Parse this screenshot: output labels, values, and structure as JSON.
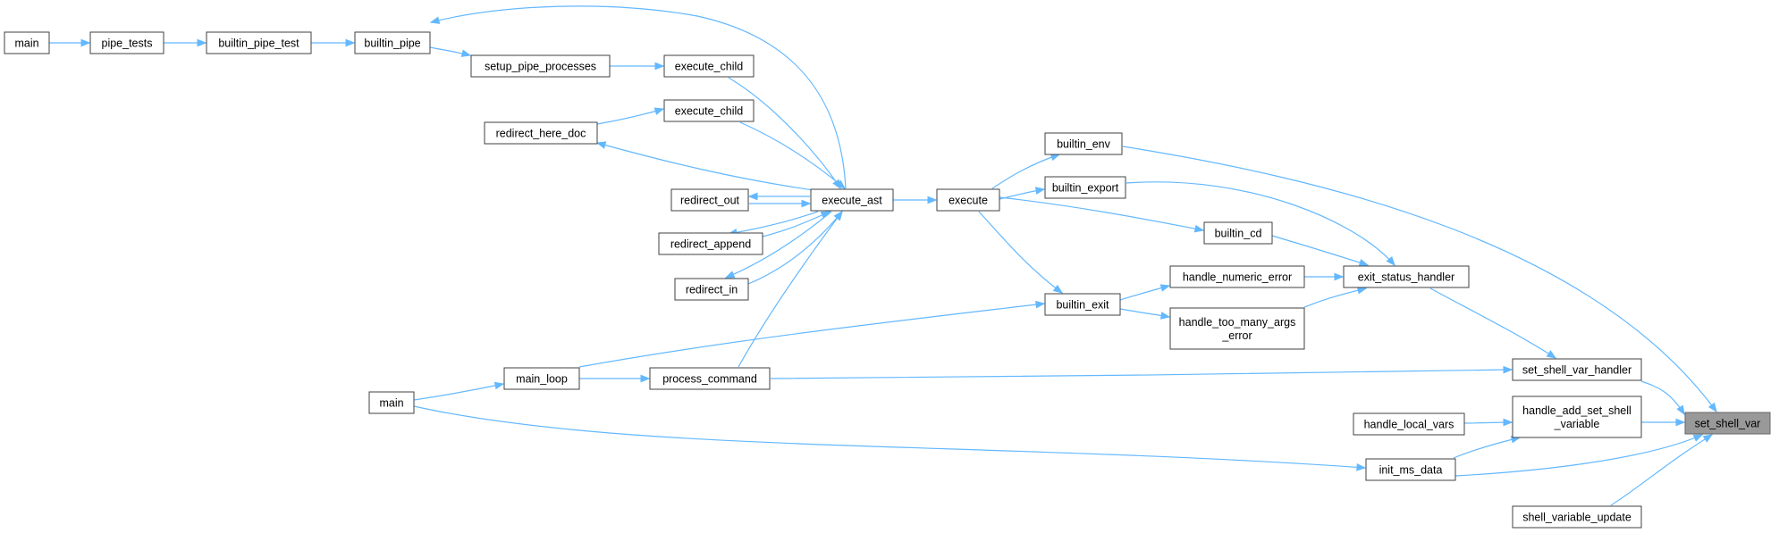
{
  "graph": {
    "nodes": [
      {
        "id": "set_shell_var",
        "label": [
          "set_shell_var"
        ],
        "root": true
      },
      {
        "id": "set_shell_var_handler",
        "label": [
          "set_shell_var_handler"
        ]
      },
      {
        "id": "handle_add_set_shell_variable",
        "label": [
          "handle_add_set_shell",
          "_variable"
        ]
      },
      {
        "id": "shell_variable_update",
        "label": [
          "shell_variable_update"
        ]
      },
      {
        "id": "handle_local_vars",
        "label": [
          "handle_local_vars"
        ]
      },
      {
        "id": "init_ms_data",
        "label": [
          "init_ms_data"
        ]
      },
      {
        "id": "exit_status_handler",
        "label": [
          "exit_status_handler"
        ]
      },
      {
        "id": "builtin_cd",
        "label": [
          "builtin_cd"
        ]
      },
      {
        "id": "handle_numeric_error",
        "label": [
          "handle_numeric_error"
        ]
      },
      {
        "id": "handle_too_many_args_error",
        "label": [
          "handle_too_many_args",
          "_error"
        ]
      },
      {
        "id": "builtin_env",
        "label": [
          "builtin_env"
        ]
      },
      {
        "id": "builtin_export",
        "label": [
          "builtin_export"
        ]
      },
      {
        "id": "builtin_exit",
        "label": [
          "builtin_exit"
        ]
      },
      {
        "id": "execute",
        "label": [
          "execute"
        ]
      },
      {
        "id": "execute_ast",
        "label": [
          "execute_ast"
        ]
      },
      {
        "id": "execute_child_1",
        "label": [
          "execute_child"
        ]
      },
      {
        "id": "execute_child_2",
        "label": [
          "execute_child"
        ]
      },
      {
        "id": "redirect_here_doc",
        "label": [
          "redirect_here_doc"
        ]
      },
      {
        "id": "redirect_out",
        "label": [
          "redirect_out"
        ]
      },
      {
        "id": "redirect_append",
        "label": [
          "redirect_append"
        ]
      },
      {
        "id": "redirect_in",
        "label": [
          "redirect_in"
        ]
      },
      {
        "id": "setup_pipe_processes",
        "label": [
          "setup_pipe_processes"
        ]
      },
      {
        "id": "builtin_pipe",
        "label": [
          "builtin_pipe"
        ]
      },
      {
        "id": "builtin_pipe_test",
        "label": [
          "builtin_pipe_test"
        ]
      },
      {
        "id": "pipe_tests",
        "label": [
          "pipe_tests"
        ]
      },
      {
        "id": "main_1",
        "label": [
          "main"
        ]
      },
      {
        "id": "process_command",
        "label": [
          "process_command"
        ]
      },
      {
        "id": "main_loop",
        "label": [
          "main_loop"
        ]
      },
      {
        "id": "main_2",
        "label": [
          "main"
        ]
      }
    ],
    "edges": [
      {
        "from": "set_shell_var_handler",
        "to": "set_shell_var"
      },
      {
        "from": "handle_add_set_shell_variable",
        "to": "set_shell_var"
      },
      {
        "from": "shell_variable_update",
        "to": "set_shell_var"
      },
      {
        "from": "init_ms_data",
        "to": "set_shell_var"
      },
      {
        "from": "builtin_env",
        "to": "set_shell_var"
      },
      {
        "from": "exit_status_handler",
        "to": "set_shell_var_handler"
      },
      {
        "from": "process_command",
        "to": "set_shell_var_handler"
      },
      {
        "from": "handle_local_vars",
        "to": "handle_add_set_shell_variable"
      },
      {
        "from": "init_ms_data",
        "to": "handle_add_set_shell_variable"
      },
      {
        "from": "main_2",
        "to": "init_ms_data"
      },
      {
        "from": "builtin_cd",
        "to": "exit_status_handler"
      },
      {
        "from": "handle_numeric_error",
        "to": "exit_status_handler"
      },
      {
        "from": "handle_too_many_args_error",
        "to": "exit_status_handler"
      },
      {
        "from": "builtin_export",
        "to": "exit_status_handler"
      },
      {
        "from": "builtin_exit",
        "to": "handle_numeric_error"
      },
      {
        "from": "builtin_exit",
        "to": "handle_too_many_args_error"
      },
      {
        "from": "execute",
        "to": "builtin_cd"
      },
      {
        "from": "execute",
        "to": "builtin_env"
      },
      {
        "from": "execute",
        "to": "builtin_export"
      },
      {
        "from": "execute",
        "to": "builtin_exit"
      },
      {
        "from": "main_loop",
        "to": "builtin_exit"
      },
      {
        "from": "execute_ast",
        "to": "execute"
      },
      {
        "from": "execute_child_1",
        "to": "execute_ast"
      },
      {
        "from": "execute_child_2",
        "to": "execute_ast"
      },
      {
        "from": "execute_ast",
        "to": "redirect_here_doc"
      },
      {
        "from": "redirect_here_doc",
        "to": "execute_child_2"
      },
      {
        "from": "execute_ast",
        "to": "redirect_out"
      },
      {
        "from": "redirect_out",
        "to": "execute_ast"
      },
      {
        "from": "execute_ast",
        "to": "redirect_append"
      },
      {
        "from": "redirect_append",
        "to": "execute_ast"
      },
      {
        "from": "execute_ast",
        "to": "redirect_in"
      },
      {
        "from": "redirect_in",
        "to": "execute_ast"
      },
      {
        "from": "execute_ast",
        "to": "builtin_pipe"
      },
      {
        "from": "process_command",
        "to": "execute_ast"
      },
      {
        "from": "setup_pipe_processes",
        "to": "execute_child_1"
      },
      {
        "from": "builtin_pipe",
        "to": "setup_pipe_processes"
      },
      {
        "from": "builtin_pipe_test",
        "to": "builtin_pipe"
      },
      {
        "from": "pipe_tests",
        "to": "builtin_pipe_test"
      },
      {
        "from": "main_1",
        "to": "pipe_tests"
      },
      {
        "from": "main_loop",
        "to": "process_command"
      },
      {
        "from": "main_2",
        "to": "main_loop"
      }
    ]
  },
  "colors": {
    "edge": "#63b8ff",
    "node_border": "#404040",
    "root_fill": "#999999"
  }
}
